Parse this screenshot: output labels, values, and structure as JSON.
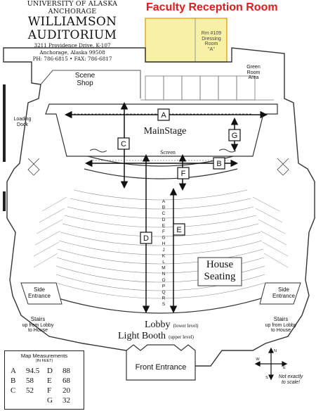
{
  "header": {
    "university": "UNIVERSITY OF ALASKA ANCHORAGE",
    "auditorium": "WILLIAMSON AUDITORIUM",
    "address_line1": "3211 Providence Drive, K-107",
    "address_line2": "Anchorage, Alaska 99508",
    "phone_line": "PH: 786-6815 • FAX: 786-6817"
  },
  "title": "Faculty Reception Room",
  "rooms": {
    "dressing_room": [
      "Rm #109",
      "Dressing",
      "Room",
      "\"A\""
    ],
    "scene_shop": [
      "Scene",
      "Shop"
    ],
    "green_room": [
      "Green",
      "Room",
      "Area"
    ],
    "loading_dock": [
      "Loading",
      "Dock"
    ],
    "main_stage": "MainStage",
    "screen": "Screen",
    "house_seating": [
      "House",
      "Seating"
    ],
    "side_entrance": [
      "Side",
      "Entrance"
    ],
    "stairs": [
      "Stairs",
      "up from Lobby",
      "to House"
    ],
    "lobby": "Lobby",
    "lobby_note": "(lower level)",
    "light_booth": "Light Booth",
    "light_booth_note": "(upper level)",
    "front_entrance": "Front Entrance",
    "not_to_scale": [
      "Not exactly",
      "to scale!"
    ]
  },
  "row_letters": [
    "A",
    "B",
    "C",
    "D",
    "E",
    "F",
    "G",
    "H",
    "J",
    "K",
    "L",
    "M",
    "N",
    "O",
    "P",
    "Q",
    "R",
    "S"
  ],
  "compass": {
    "n": "N",
    "s": "S",
    "e": "E",
    "w": "W"
  },
  "measure_labels": [
    "A",
    "B",
    "C",
    "D",
    "E",
    "F",
    "G"
  ],
  "legend": {
    "title": "Map Measurements",
    "units": "(IN FEET)",
    "items": [
      {
        "key": "A",
        "value": "94.5"
      },
      {
        "key": "B",
        "value": "58"
      },
      {
        "key": "C",
        "value": "52"
      },
      {
        "key": "D",
        "value": "88"
      },
      {
        "key": "E",
        "value": "68"
      },
      {
        "key": "F",
        "value": "20"
      },
      {
        "key": "G",
        "value": "32"
      }
    ]
  },
  "colors": {
    "title_red": "#e01b1b",
    "room_yellow": "#f7f1a6",
    "room_border": "#e3a81d"
  }
}
